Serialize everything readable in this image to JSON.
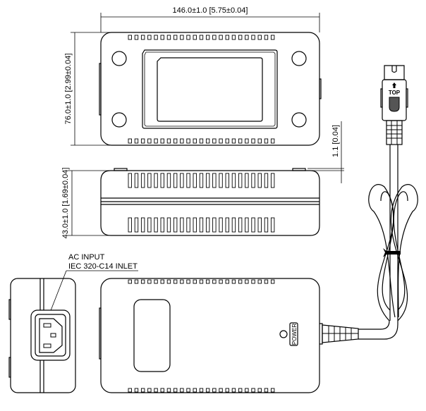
{
  "dimensions": {
    "width": "146.0±1.0  [5.75±0.04]",
    "depth": "76.0±1.0  [2.99±0.04]",
    "height": "43.0±1.0  [1.69±0.04]",
    "foot": "1.1  [0.04]"
  },
  "labels": {
    "ac_input": "AC  INPUT",
    "inlet": "IEC  320-C14  INLET",
    "power": "POWER",
    "top": "TOP"
  }
}
